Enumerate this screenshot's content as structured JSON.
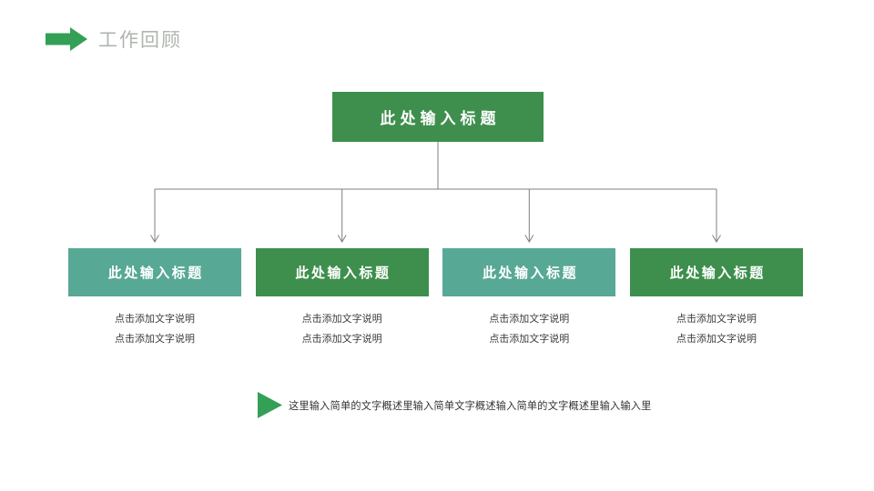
{
  "header": {
    "title": "工作回顾"
  },
  "diagram": {
    "root": {
      "label": "此处输入标题"
    },
    "branches": [
      {
        "label": "此处输入标题",
        "color": "#58A896",
        "captions": [
          "点击添加文字说明",
          "点击添加文字说明"
        ]
      },
      {
        "label": "此处输入标题",
        "color": "#3E8F4D",
        "captions": [
          "点击添加文字说明",
          "点击添加文字说明"
        ]
      },
      {
        "label": "此处输入标题",
        "color": "#58A896",
        "captions": [
          "点击添加文字说明",
          "点击添加文字说明"
        ]
      },
      {
        "label": "此处输入标题",
        "color": "#3E8F4D",
        "captions": [
          "点击添加文字说明",
          "点击添加文字说明"
        ]
      }
    ]
  },
  "footer": {
    "text": "这里输入简单的文字概述里输入简单文字概述输入简单的文字概述里输入输入里"
  },
  "colors": {
    "box_green": "#3E8F4D",
    "box_teal": "#58A896",
    "accent_green": "#33A055",
    "connector_gray": "#7F7F7F",
    "header_text": "#AFB5AF",
    "caption_text": "#3C3C3C"
  }
}
